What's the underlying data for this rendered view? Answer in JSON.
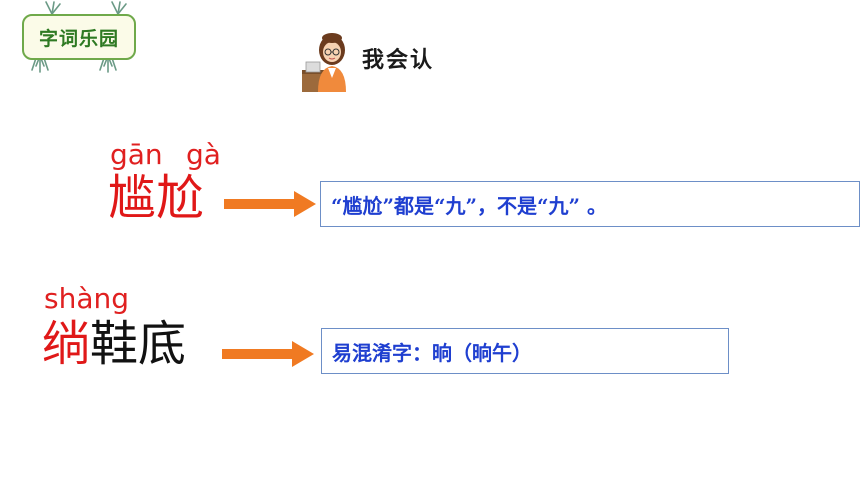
{
  "badge": {
    "label": "字词乐园"
  },
  "header": {
    "label": "我会认"
  },
  "rows": [
    {
      "pinyin": [
        "gān",
        "gà"
      ],
      "chars": [
        {
          "text": "尴尬",
          "color": "red"
        }
      ],
      "note": "“尴尬”都是“九”，不是“九”  。"
    },
    {
      "pinyin": [
        "shàng"
      ],
      "chars": [
        {
          "text": "绱",
          "color": "red"
        },
        {
          "text": "鞋底",
          "color": "black"
        }
      ],
      "note": "易混淆字：晌（晌午）"
    }
  ],
  "colors": {
    "pinyin": "#e02020",
    "note_text": "#1f3fd0",
    "note_border": "#6d8fc7",
    "arrow": "#f07a22",
    "badge_border": "#6fa94a",
    "badge_text": "#2f7a23"
  }
}
